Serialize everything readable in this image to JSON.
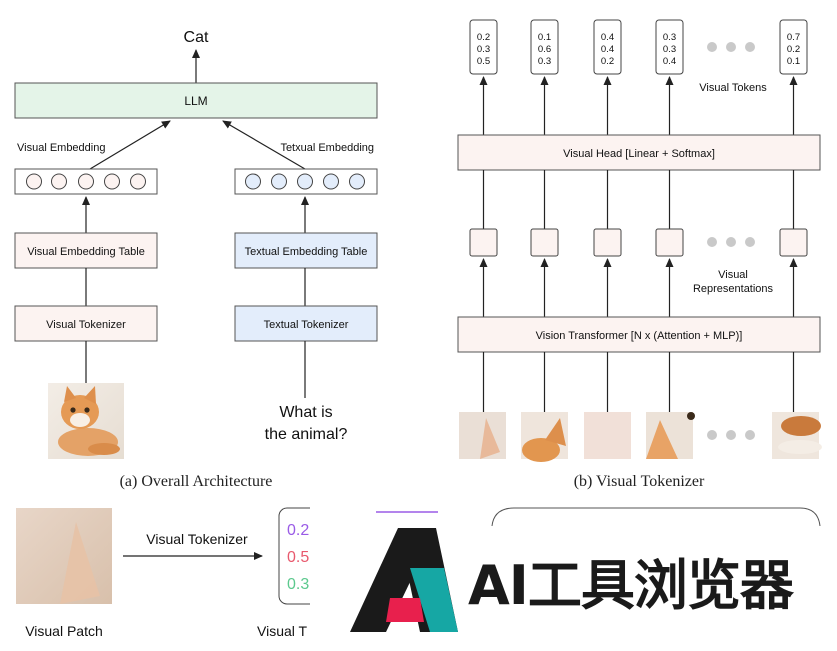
{
  "colors": {
    "llm_fill": "#e4f4e8",
    "visual_fill": "#fcf3f1",
    "textual_fill": "#e3edfb",
    "box_stroke": "#555555",
    "arrow": "#222222",
    "logo_dark": "#1a1a1a",
    "logo_teal": "#16a7a4",
    "logo_red": "#e8204d"
  },
  "panel_a": {
    "output": "Cat",
    "llm": "LLM",
    "visual_embedding": "Visual Embedding",
    "textual_embedding": "Tetxual Embedding",
    "visual_table": "Visual Embedding Table",
    "textual_table": "Textual Embedding Table",
    "visual_tokenizer": "Visual Tokenizer",
    "textual_tokenizer": "Textual Tokenizer",
    "image_icon": "cat-photo",
    "question_line1": "What is",
    "question_line2": "the animal?",
    "caption": "(a) Overall Architecture"
  },
  "panel_b": {
    "tokens": [
      [
        "0.2",
        "0.3",
        "0.5"
      ],
      [
        "0.1",
        "0.6",
        "0.3"
      ],
      [
        "0.4",
        "0.4",
        "0.2"
      ],
      [
        "0.3",
        "0.3",
        "0.4"
      ],
      [
        "0.7",
        "0.2",
        "0.1"
      ]
    ],
    "visual_tokens": "Visual Tokens",
    "visual_head": "Visual Head [Linear + Softmax]",
    "representations_line1": "Visual",
    "representations_line2": "Representations",
    "vision_transformer": "Vision Transformer [N x (Attention + MLP)]",
    "caption": "(b) Visual Tokenizer"
  },
  "panel_c": {
    "visual_patch": "Visual Patch",
    "visual_tokenizer": "Visual Tokenizer",
    "token_values": [
      "0.2",
      "0.5",
      "0.3"
    ],
    "token_label": "Visual T"
  },
  "watermark": {
    "text": "AI工具浏览器"
  }
}
